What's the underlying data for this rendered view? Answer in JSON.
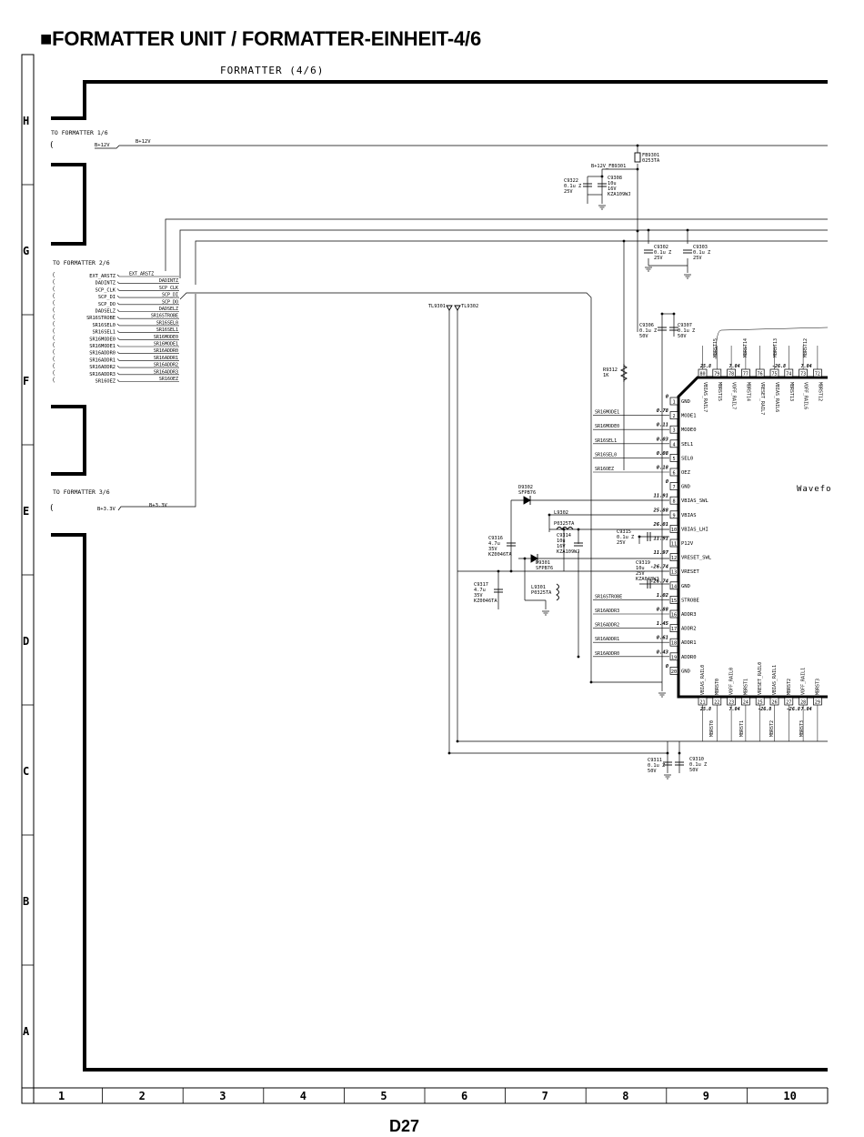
{
  "header": {
    "title": "■FORMATTER UNIT / FORMATTER-EINHEIT-4/6"
  },
  "sheet_label": "FORMATTER (4/6)",
  "page_number": "D27",
  "grid": {
    "rows": [
      "H",
      "G",
      "F",
      "E",
      "D",
      "C",
      "B",
      "A"
    ],
    "cols": [
      "1",
      "2",
      "3",
      "4",
      "5",
      "6",
      "7",
      "8",
      "9",
      "10"
    ]
  },
  "connectors": {
    "f1": {
      "label": "TO FORMATTER 1/6",
      "pin": "B+12V",
      "net": "B+12V"
    },
    "f2": {
      "label": "TO FORMATTER 2/6",
      "pins": [
        "EXT_ARSTZ",
        "DADINTZ",
        "SCP_CLK",
        "SCP_DI",
        "SCP_DO",
        "DADSELZ",
        "SR16STROBE",
        "SR16SEL0",
        "SR16SEL1",
        "SR16MODE0",
        "SR16MODE1",
        "SR16ADDR0",
        "SR16ADDR1",
        "SR16ADDR2",
        "SR16ADDR3",
        "SR16OEZ"
      ]
    },
    "f3": {
      "label": "TO FORMATTER 3/6",
      "pin": "B+3.3V",
      "net": "B+3.3V"
    }
  },
  "components": {
    "fb9301": {
      "ref": "FB9301",
      "part": "0253TA",
      "net": "B+12V_FB9301"
    },
    "c9322": {
      "ref": "C9322",
      "v1": "0.1u Z",
      "v2": "25V"
    },
    "c9308": {
      "ref": "C9308",
      "v1": "10u",
      "v2": "16V",
      "v3": "KZA109WJ"
    },
    "c9302": {
      "ref": "C9302",
      "v1": "0.1u Z",
      "v2": "25V"
    },
    "c9303": {
      "ref": "C9303",
      "v1": "0.1u Z",
      "v2": "25V"
    },
    "c9306": {
      "ref": "C9306",
      "v1": "0.1u Z",
      "v2": "50V"
    },
    "c9307": {
      "ref": "C9307",
      "v1": "0.1u Z",
      "v2": "50V"
    },
    "r9312": {
      "ref": "R9312",
      "v1": "1K"
    },
    "tl": {
      "a": "TL9301",
      "b": "TL9302"
    },
    "d9302": {
      "ref": "D9302",
      "v1": "SFPB76"
    },
    "d9301": {
      "ref": "D9301",
      "v1": "SFPB76"
    },
    "l9302": {
      "ref": "L9302",
      "v1": "P0325TA"
    },
    "l9301": {
      "ref": "L9301",
      "v1": "P0325TA"
    },
    "c9316": {
      "ref": "C9316",
      "v1": "4.7u",
      "v2": "35V",
      "v3": "KZ0046TA"
    },
    "c9314": {
      "ref": "C9314",
      "v1": "10u",
      "v2": "16V",
      "v3": "KZA109WJ"
    },
    "c9315": {
      "ref": "C9315",
      "v1": "0.1u Z",
      "v2": "25V"
    },
    "c9319": {
      "ref": "C9319",
      "v1": "10u",
      "v2": "25V",
      "v3": "KZA048WJ"
    },
    "c9317": {
      "ref": "C9317",
      "v1": "4.7u",
      "v2": "35V",
      "v3": "KZ0046TA"
    },
    "c9311": {
      "ref": "C9311",
      "v1": "0.1u Z",
      "v2": "50V"
    },
    "c9310": {
      "ref": "C9310",
      "v1": "0.1u Z",
      "v2": "50V"
    }
  },
  "ic": {
    "wave_label": "Wavefo",
    "left_pins": [
      {
        "n": "1",
        "name": "GND",
        "v": "0",
        "net": ""
      },
      {
        "n": "2",
        "name": "MODE1",
        "v": "0.78",
        "net": "SR16MODE1"
      },
      {
        "n": "3",
        "name": "MODE0",
        "v": "0.11",
        "net": "SR16MODE0"
      },
      {
        "n": "4",
        "name": "SEL1",
        "v": "0.03",
        "net": "SR16SEL1"
      },
      {
        "n": "5",
        "name": "SEL0",
        "v": "0.08",
        "net": "SR16SEL0"
      },
      {
        "n": "6",
        "name": "OEZ",
        "v": "0.18",
        "net": "SR16OEZ"
      },
      {
        "n": "7",
        "name": "GND",
        "v": "0",
        "net": ""
      },
      {
        "n": "8",
        "name": "VBIAS_SWL",
        "v": "11.91",
        "net": ""
      },
      {
        "n": "9",
        "name": "VBIAS",
        "v": "25.88",
        "net": ""
      },
      {
        "n": "10",
        "name": "VBIAS_LHI",
        "v": "26.01",
        "net": ""
      },
      {
        "n": "11",
        "name": "P12V",
        "v": "11.91",
        "net": ""
      },
      {
        "n": "12",
        "name": "VRESET_SWL",
        "v": "11.97",
        "net": ""
      },
      {
        "n": "13",
        "name": "VRESET",
        "v": "-26.74",
        "net": ""
      },
      {
        "n": "14",
        "name": "GND",
        "v": "-26.74",
        "net": ""
      },
      {
        "n": "15",
        "name": "STROBE",
        "v": "1.02",
        "net": "SR16STROBE"
      },
      {
        "n": "16",
        "name": "ADDR3",
        "v": "0.88",
        "net": "SR16ADDR3"
      },
      {
        "n": "17",
        "name": "ADDR2",
        "v": "1.45",
        "net": "SR16ADDR2"
      },
      {
        "n": "18",
        "name": "ADDR1",
        "v": "0.61",
        "net": "SR16ADDR1"
      },
      {
        "n": "19",
        "name": "ADDR0",
        "v": "0.43",
        "net": "SR16ADDR0"
      },
      {
        "n": "20",
        "name": "GND",
        "v": "0",
        "net": ""
      }
    ],
    "top_pins": [
      {
        "n": "80",
        "name": "VBIAS_RAIL7",
        "v": "25.8"
      },
      {
        "n": "79",
        "name": "MBRST15",
        "v": ""
      },
      {
        "n": "78",
        "name": "VOFF_RAIL7",
        "v": "7.04"
      },
      {
        "n": "77",
        "name": "MBRST14",
        "v": ""
      },
      {
        "n": "76",
        "name": "VRESET_RAIL7",
        "v": ""
      },
      {
        "n": "75",
        "name": "VBIAS_RAIL6",
        "v": "-26.8"
      },
      {
        "n": "74",
        "name": "MBRST13",
        "v": ""
      },
      {
        "n": "73",
        "name": "VOFF_RAIL6",
        "v": "7.04"
      },
      {
        "n": "72",
        "name": "MBRST12",
        "v": ""
      }
    ],
    "bottom_pins": [
      {
        "n": "21",
        "name": "VBIAS_RAIL0",
        "v": "25.8"
      },
      {
        "n": "22",
        "name": "MBRST0",
        "v": ""
      },
      {
        "n": "23",
        "name": "VOFF_RAIL0",
        "v": "7.04"
      },
      {
        "n": "24",
        "name": "MBRST1",
        "v": ""
      },
      {
        "n": "25",
        "name": "VRESET_RAIL0",
        "v": "-26.8"
      },
      {
        "n": "26",
        "name": "VBIAS_RAIL1",
        "v": ""
      },
      {
        "n": "27",
        "name": "MBRST2",
        "v": "-26.8"
      },
      {
        "n": "28",
        "name": "VOFF_RAIL1",
        "v": "7.04"
      },
      {
        "n": "29",
        "name": "MBRST3",
        "v": ""
      }
    ],
    "top_bus_labels": [
      "MBRST15",
      "MBRST14",
      "MBRST13",
      "MBRST12"
    ],
    "bottom_bus_labels": [
      "MBRST0",
      "MBRST1",
      "MBRST2",
      "MBRST3"
    ]
  }
}
